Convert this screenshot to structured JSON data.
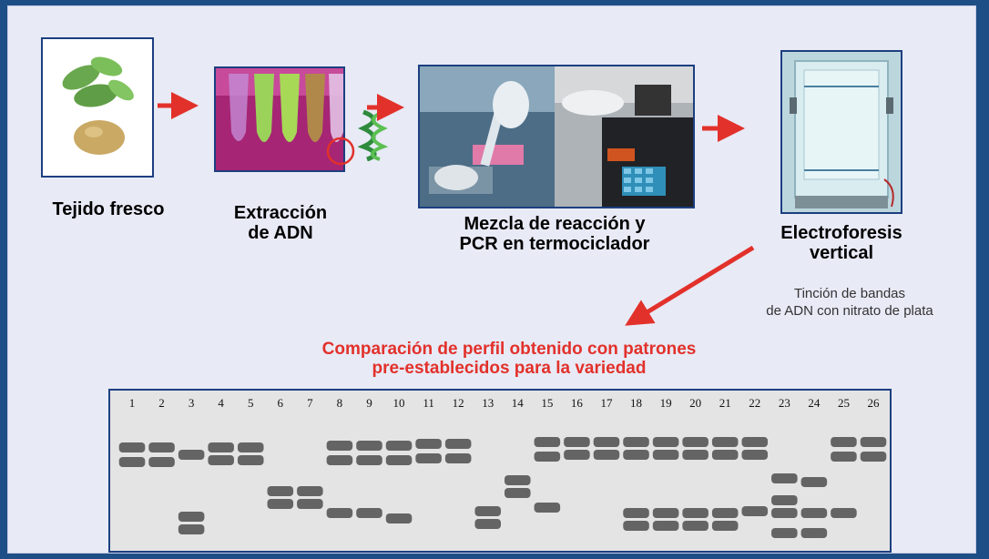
{
  "steps": {
    "tissue": {
      "label": "Tejido fresco"
    },
    "extraction": {
      "label_line1": "Extracción",
      "label_line2": "de ADN"
    },
    "pcr": {
      "label_line1": "Mezcla de reacción y",
      "label_line2": "PCR en termociclador"
    },
    "electrophoresis": {
      "label_line1": "Electroforesis",
      "label_line2": "vertical"
    }
  },
  "staining_note": {
    "line1": "Tinción de bandas",
    "line2": "de ADN con nitrato de plata"
  },
  "comparison": {
    "line1": "Comparación de perfil obtenido con patrones",
    "line2": "pre-establecidos para la variedad"
  },
  "gel": {
    "lane_labels": [
      "1",
      "2",
      "3",
      "4",
      "5",
      "6",
      "7",
      "8",
      "9",
      "10",
      "11",
      "12",
      "13",
      "14",
      "15",
      "16",
      "17",
      "18",
      "19",
      "20",
      "21",
      "22",
      "23",
      "24",
      "25",
      "26"
    ]
  },
  "colors": {
    "arrow": "#e2312b",
    "frame": "#1c3f80",
    "panel": "#e8eaf6",
    "background": "#1d4f86",
    "title_red": "#e2312b"
  }
}
